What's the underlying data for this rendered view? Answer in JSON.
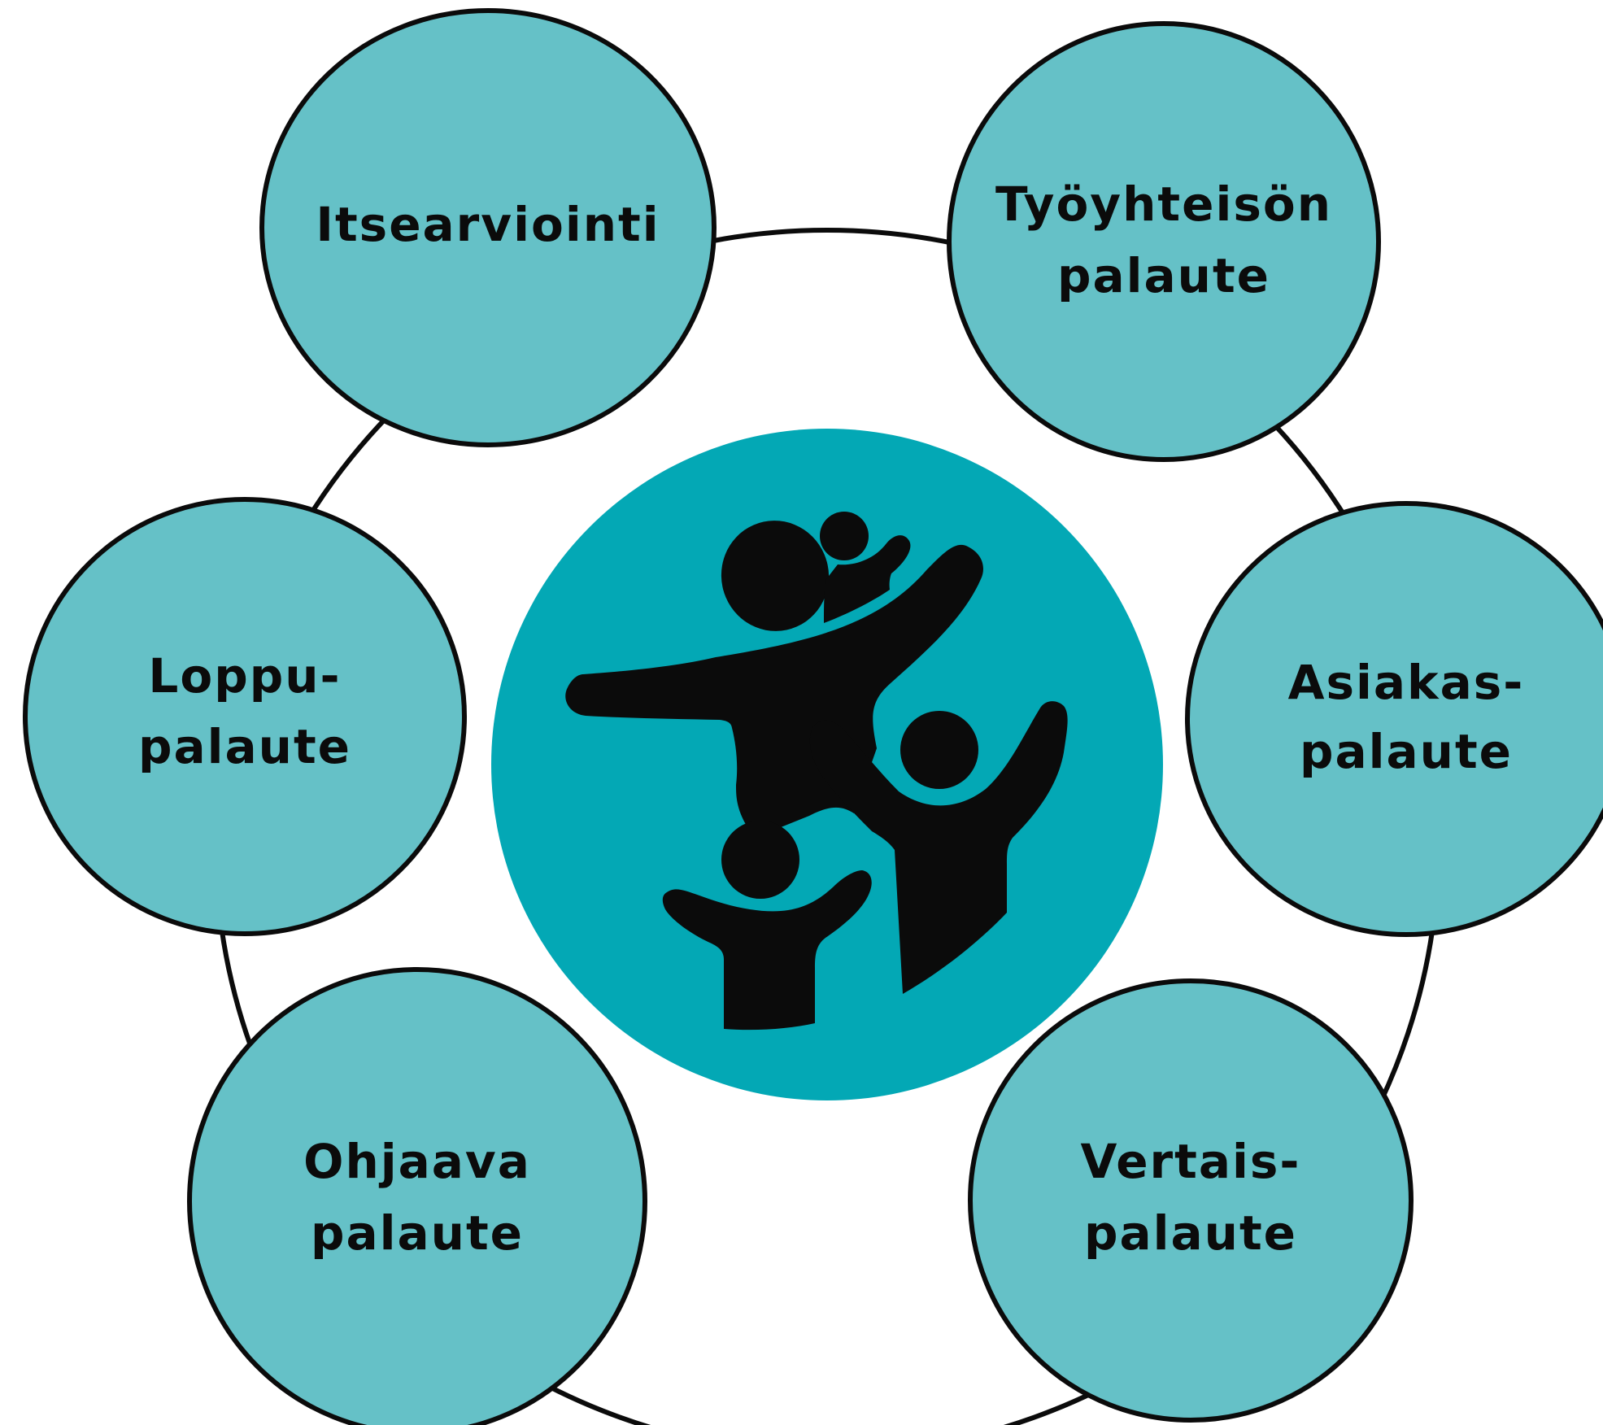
{
  "colors": {
    "node_fill": "#65c1c7",
    "center_fill": "#03a8b5",
    "outline": "#0b0b0b",
    "icon": "#0b0b0b"
  },
  "center_icon": "family-people-icon",
  "nodes": [
    {
      "id": "itsearviointi",
      "lines": [
        "Itsearviointi"
      ]
    },
    {
      "id": "tyoyhteison-palaute",
      "lines": [
        "Työyhteisön",
        "palaute"
      ]
    },
    {
      "id": "asiakaspalaute",
      "lines": [
        "Asiakas-",
        "palaute"
      ]
    },
    {
      "id": "vertaispalaute",
      "lines": [
        "Vertais-",
        "palaute"
      ]
    },
    {
      "id": "ohjaava-palaute",
      "lines": [
        "Ohjaava",
        "palaute"
      ]
    },
    {
      "id": "loppupalaute",
      "lines": [
        "Loppu-",
        "palaute"
      ]
    }
  ]
}
